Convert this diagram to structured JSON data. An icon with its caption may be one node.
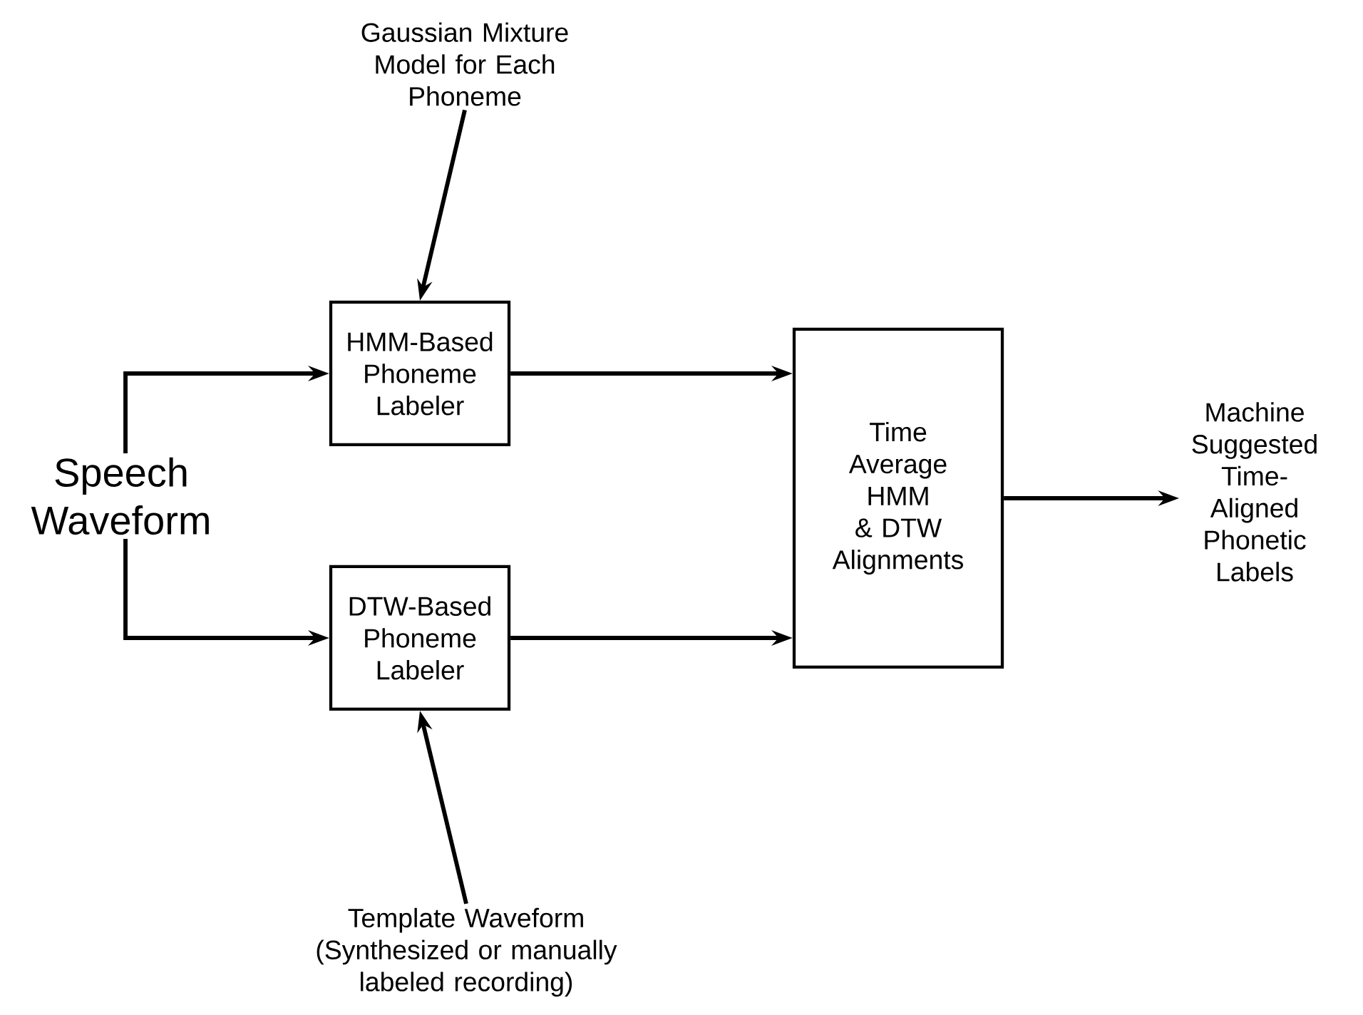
{
  "diagram": {
    "nodes": [
      {
        "text": [
          "Gaussian Mixture Model for Each Phoneme"
        ]
      },
      {
        "text": [
          "HMM-Based Phoneme Labeler"
        ]
      },
      {
        "text": [
          "Speech Waveform"
        ]
      },
      {
        "text": [
          "DTW-Based Phoneme Labeler"
        ]
      },
      {
        "text": [
          "Time Average HMM & DTW Alignments"
        ]
      },
      {
        "text": [
          "Machine Suggested Time-Aligned Phonetic Labels"
        ]
      },
      {
        "text": [
          "Template Waveform (Synthesized or manually labeled recording)"
        ]
      }
    ],
    "edges": [
      {
        "from": 0,
        "to": 1,
        "arrow": "to"
      },
      {
        "from": 2,
        "to": 1,
        "arrow": "to"
      },
      {
        "from": 2,
        "to": 3,
        "arrow": "to"
      },
      {
        "from": 1,
        "to": 4,
        "arrow": "to"
      },
      {
        "from": 3,
        "to": 4,
        "arrow": "to"
      },
      {
        "from": 4,
        "to": 5,
        "arrow": "to"
      },
      {
        "from": 6,
        "to": 3,
        "arrow": "to"
      }
    ]
  }
}
